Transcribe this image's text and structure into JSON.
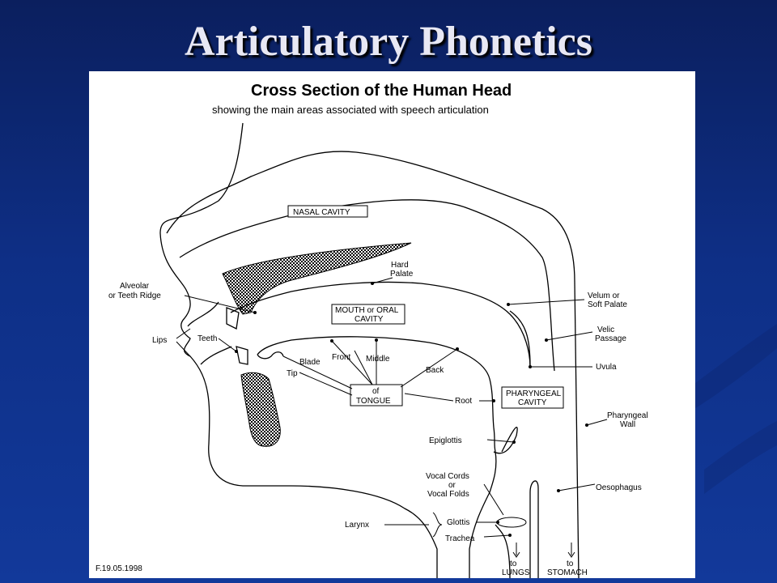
{
  "slide": {
    "title": "Articulatory Phonetics"
  },
  "diagram": {
    "title": "Cross Section of the Human Head",
    "subtitle": "showing the main areas associated with speech articulation",
    "footer": "F.19.05.1998",
    "labels": {
      "nasal_cavity": "NASAL CAVITY",
      "hard_palate_1": "Hard",
      "hard_palate_2": "Palate",
      "alveolar_1": "Alveolar",
      "alveolar_2": "or Teeth Ridge",
      "oral_cavity_1": "MOUTH or ORAL",
      "oral_cavity_2": "CAVITY",
      "velum_1": "Velum or",
      "velum_2": "Soft Palate",
      "velic_1": "Velic",
      "velic_2": "Passage",
      "lips": "Lips",
      "teeth": "Teeth",
      "uvula": "Uvula",
      "front": "Front",
      "middle": "Middle",
      "blade": "Blade",
      "back": "Back",
      "tip": "Tip",
      "tongue_1": "of",
      "tongue_2": "TONGUE",
      "root": "Root",
      "pharyngeal_cavity_1": "PHARYNGEAL",
      "pharyngeal_cavity_2": "CAVITY",
      "pharyngeal_wall_1": "Pharyngeal",
      "pharyngeal_wall_2": "Wall",
      "epiglottis": "Epiglottis",
      "vocal_cords_1": "Vocal Cords",
      "vocal_cords_2": "or",
      "vocal_cords_3": "Vocal Folds",
      "oesophagus": "Oesophagus",
      "larynx": "Larynx",
      "glottis": "Glottis",
      "trachea": "Trachea",
      "lungs_1": "to",
      "lungs_2": "LUNGS",
      "stomach_1": "to",
      "stomach_2": "STOMACH"
    }
  }
}
